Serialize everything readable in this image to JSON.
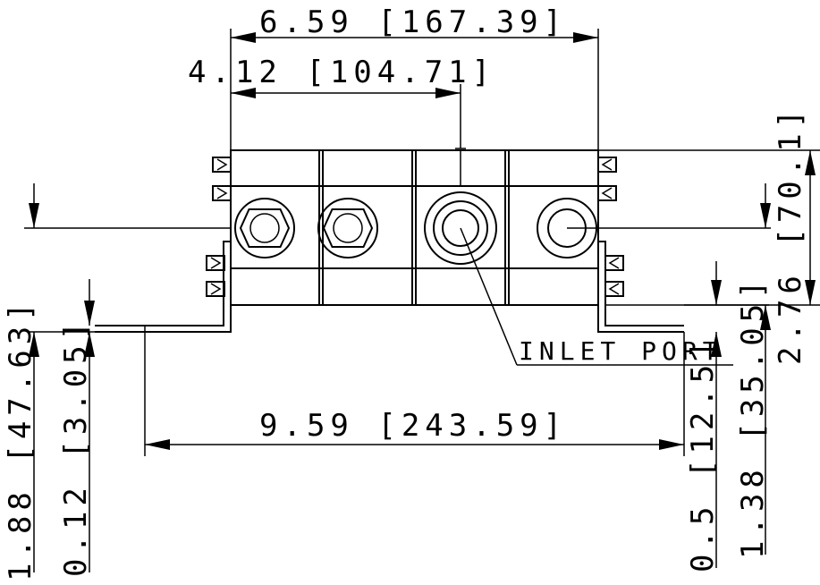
{
  "dimensions": {
    "overall_width": "6.59 [167.39]",
    "inlet_offset": "4.12 [104.71]",
    "mount_span": "9.59 [243.59]",
    "total_height_right": "2.76 [70.1]",
    "port_height_right": "1.38 [35.05]",
    "flange_thickness_right": "0.5 [12.5]",
    "port_height_left": "1.88 [47.63]",
    "flange_thickness_left": "0.12 [3.05]"
  },
  "labels": {
    "inlet_port": "INLET PORT"
  }
}
